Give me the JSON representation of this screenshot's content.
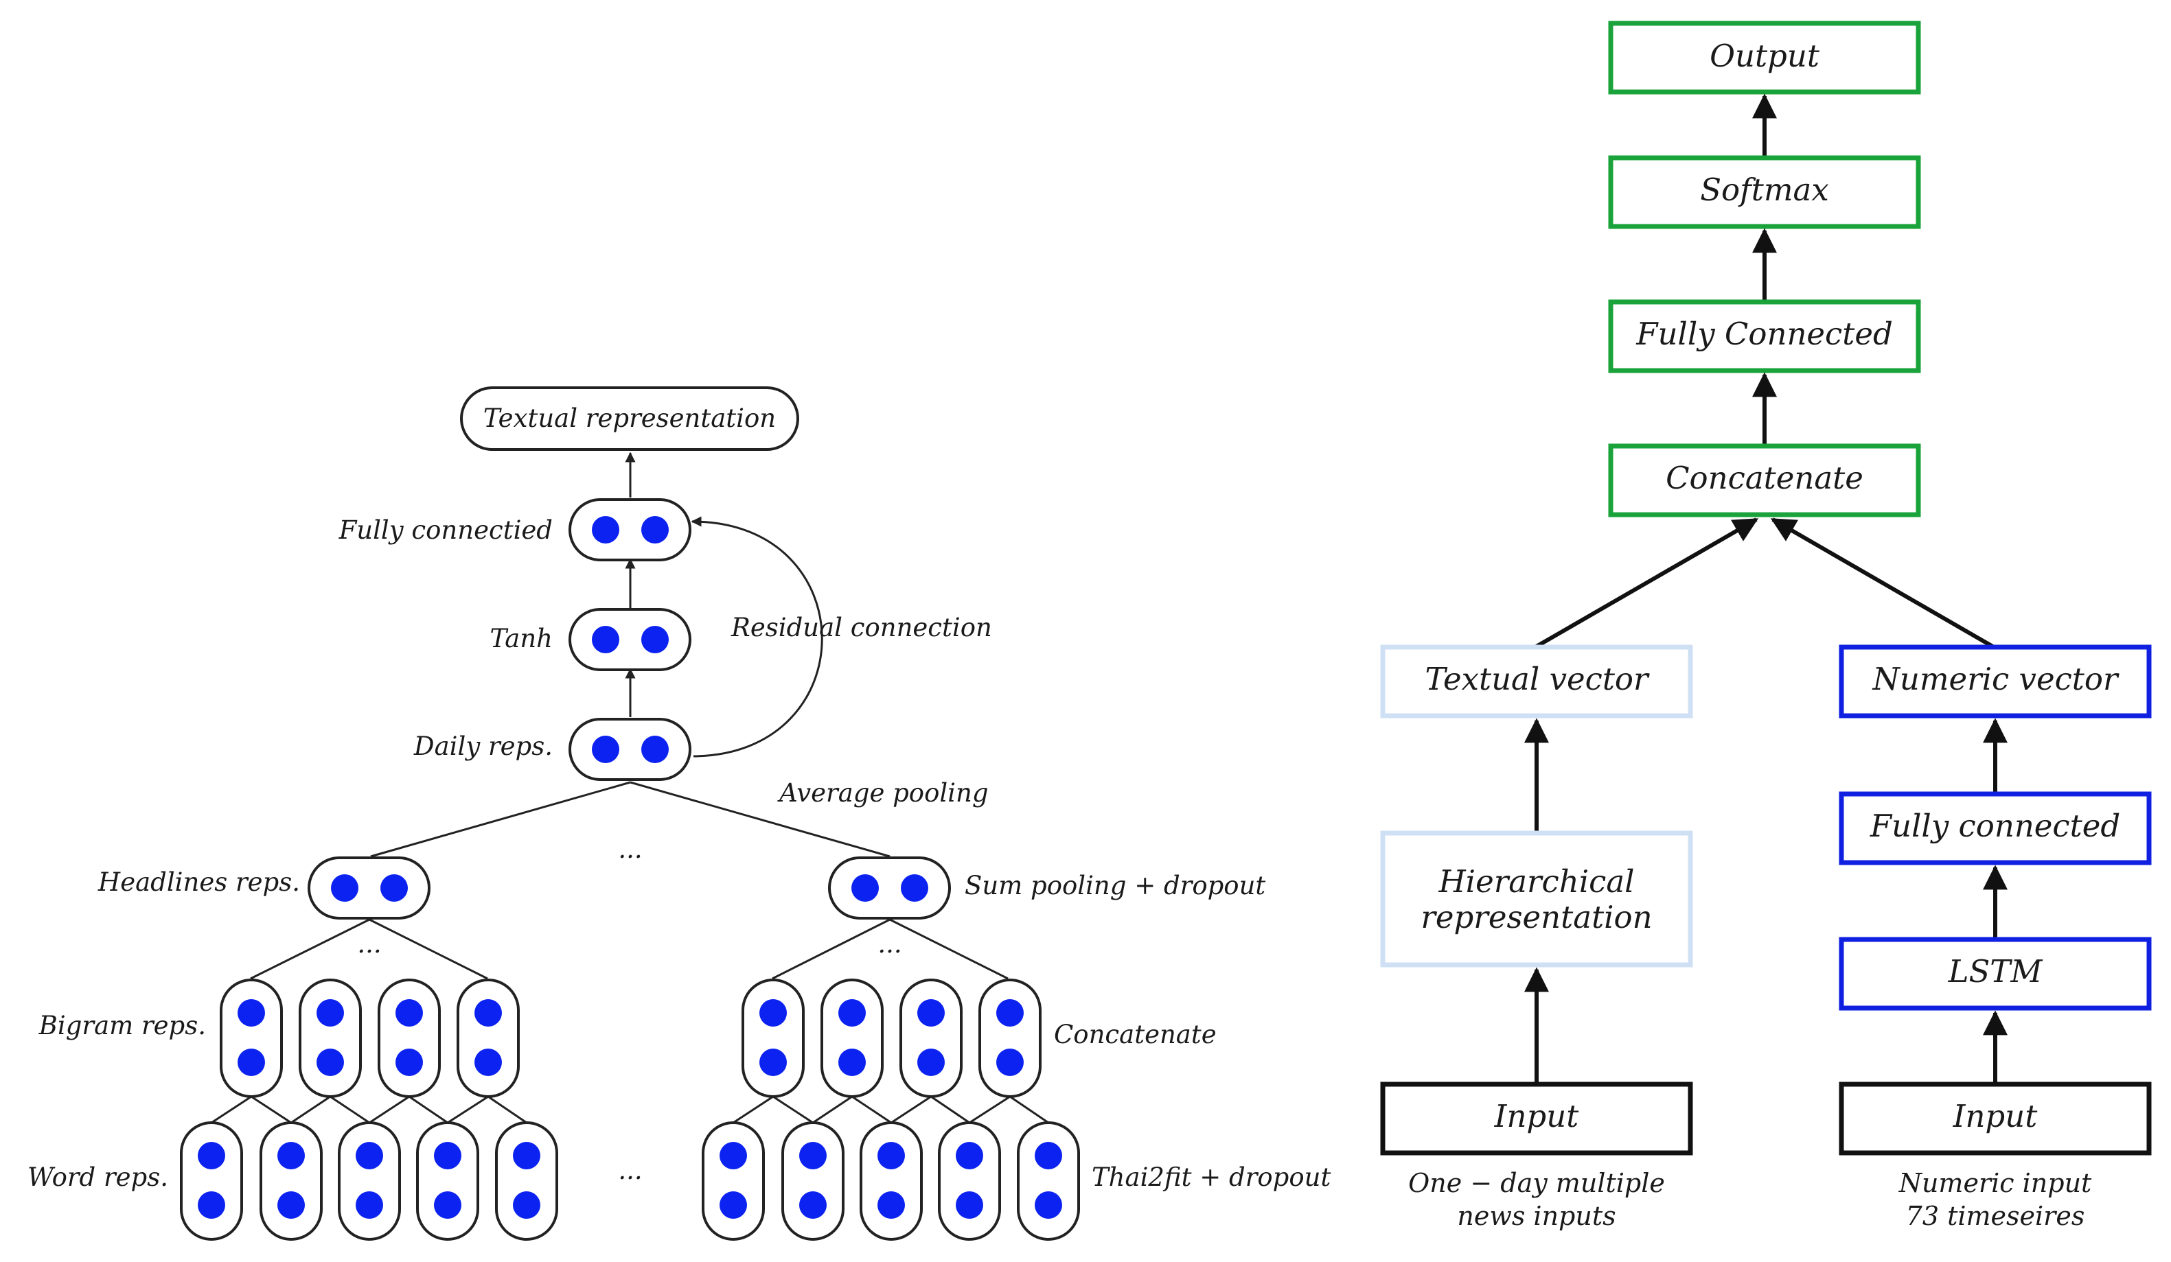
{
  "left_diagram": {
    "textual_representation": "Textual representation",
    "fully_connected": "Fully connectied",
    "tanh": "Tanh",
    "daily_reps": "Daily reps.",
    "residual_connection": "Residual connection",
    "average_pooling": "Average pooling",
    "headlines_reps": "Headlines reps.",
    "sum_pooling_dropout": "Sum pooling + dropout",
    "bigram_reps": "Bigram reps.",
    "concatenate": "Concatenate",
    "word_reps": "Word reps.",
    "thai2fit_dropout": "Thai2fit + dropout",
    "ellipsis": "..."
  },
  "right_diagram": {
    "output": "Output",
    "softmax": "Softmax",
    "fully_connected_top": "Fully Connected",
    "concatenate": "Concatenate",
    "textual_vector": "Textual vector",
    "hierarchical_line1": "Hierarchical",
    "hierarchical_line2": "representation",
    "input_left": "Input",
    "caption_left_line1": "One − day multiple",
    "caption_left_line2": "news inputs",
    "numeric_vector": "Numeric vector",
    "fully_connected_numeric": "Fully connected",
    "lstm": "LSTM",
    "input_right": "Input",
    "caption_right_line1": "Numeric input",
    "caption_right_line2": "73 timeseires"
  },
  "colors": {
    "green": "#1aa33a",
    "blue": "#1020e0",
    "light_blue": "#cfe0f5",
    "black": "#111111",
    "dot": "#0b22f0"
  }
}
